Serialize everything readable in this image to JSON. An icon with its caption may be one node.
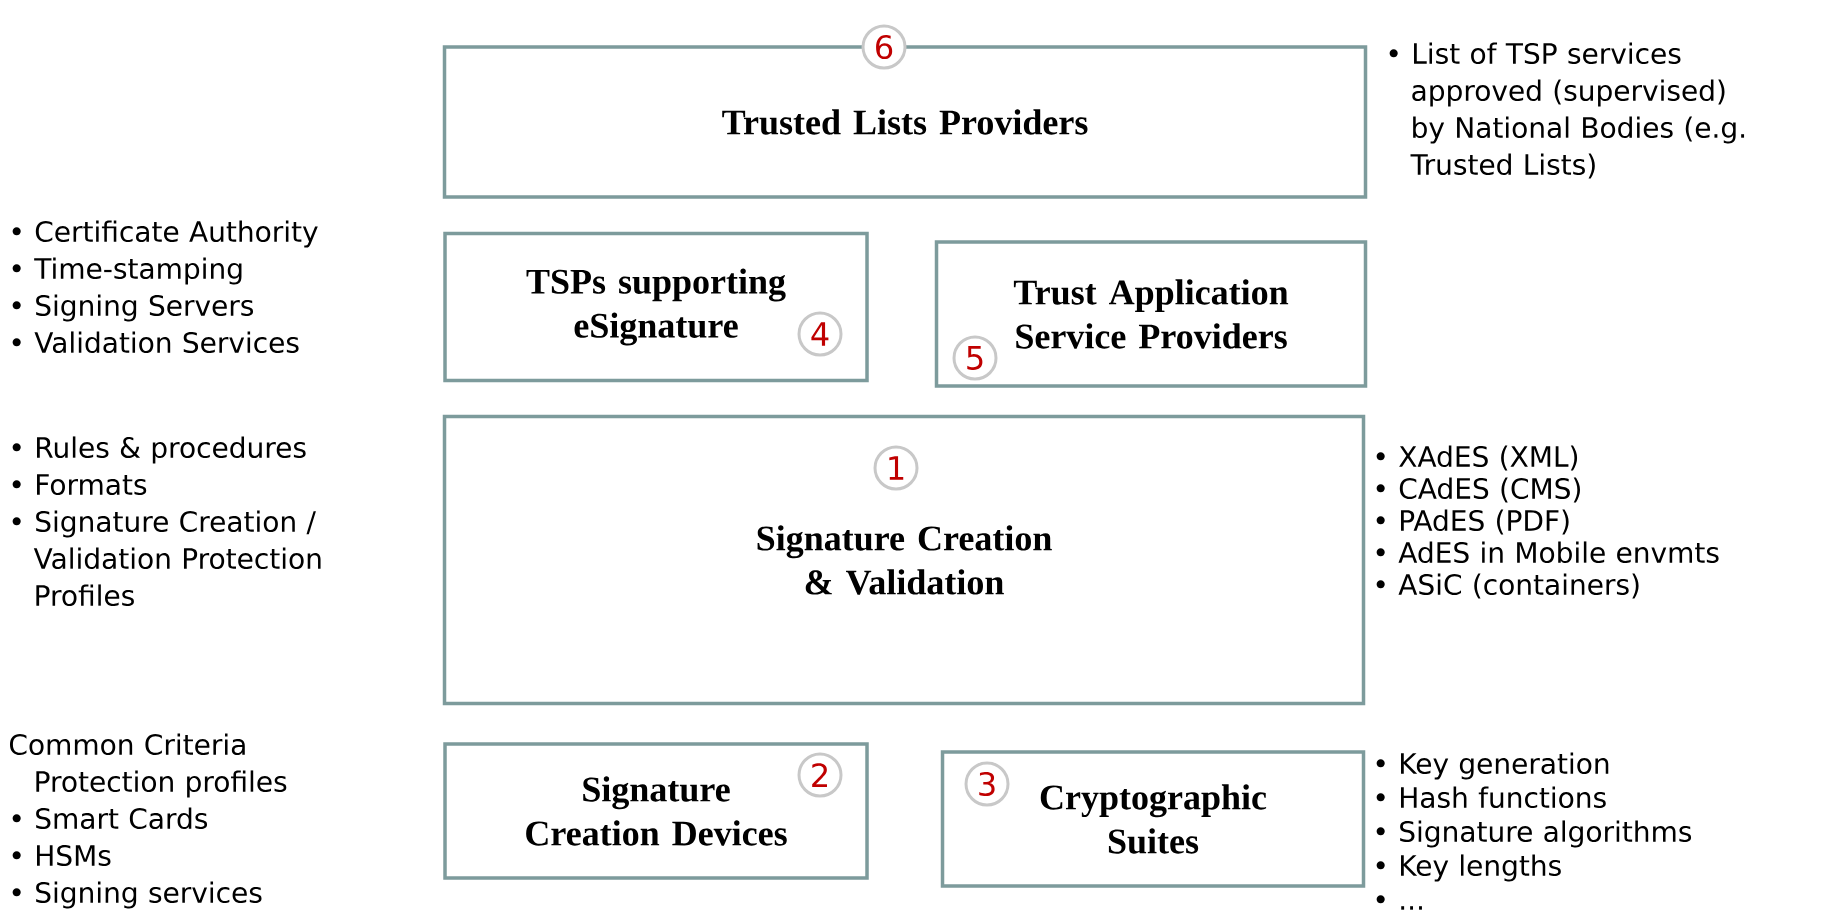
{
  "diagram": {
    "nodes": [
      {
        "text": [
          "Trusted Lists Providers"
        ],
        "beside": [
          "• List of TSP services approved (supervised) by National Bodies (e.g. Trusted Lists)"
        ]
      },
      {
        "text": [
          "6"
        ]
      },
      {
        "text": [
          "TSPs supporting eSignature"
        ],
        "beside": [
          "• Certificate Authority",
          "• Time-stamping",
          "• Signing Servers",
          "• Validation Services"
        ]
      },
      {
        "text": [
          "4"
        ],
        "in": 2
      },
      {
        "text": [
          "Trust Application Service Providers"
        ]
      },
      {
        "text": [
          "5"
        ],
        "in": 4
      },
      {
        "text": [
          "Signature Creation & Validation"
        ],
        "beside": [
          "• Rules & procedures",
          "• Formats",
          "• Signature Creation / Validation Protection Profiles",
          "• XAdES (XML)",
          "• CAdES (CMS)",
          "• PAdES (PDF)",
          "• AdES in Mobile envmts",
          "• ASiC (containers)"
        ]
      },
      {
        "text": [
          "1"
        ],
        "in": 6
      },
      {
        "text": [
          "Signature Creation Devices"
        ],
        "beside": [
          "Common Criteria Protection profiles",
          "• Smart Cards",
          "• HSMs",
          "• Signing services"
        ]
      },
      {
        "text": [
          "2"
        ],
        "in": 8
      },
      {
        "text": [
          "Cryptographic Suites"
        ],
        "beside": [
          "• Key generation",
          "• Hash functions",
          "• Signature algorithms",
          "• Key lengths",
          "• ..."
        ]
      },
      {
        "text": [
          "3"
        ],
        "in": 10
      }
    ]
  }
}
